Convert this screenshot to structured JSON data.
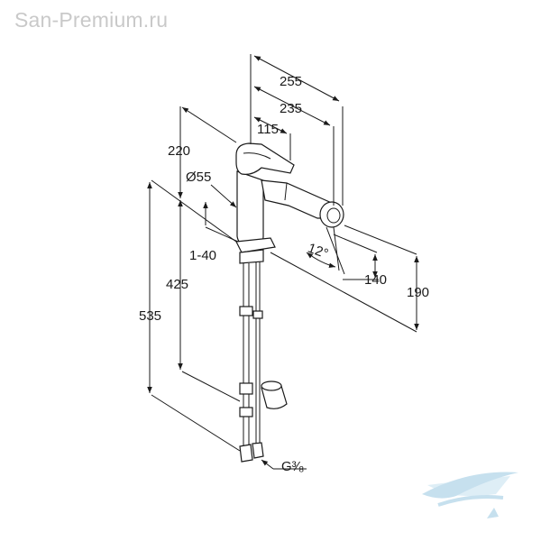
{
  "watermark": "San-Premium.ru",
  "dimensions": {
    "d255": "255",
    "d235": "235",
    "d115": "115",
    "d220": "220",
    "d55": "Ø55",
    "d1_40": "1-40",
    "d425": "425",
    "d535": "535",
    "d140": "140",
    "d190": "190",
    "angle": "12°",
    "thread": "G³⁄₈"
  },
  "colors": {
    "line": "#1a1a1a",
    "watermark": "#c9c9c9",
    "logo": "#b9d9ea"
  },
  "icons": {
    "logo": "boat-wave-logo"
  }
}
